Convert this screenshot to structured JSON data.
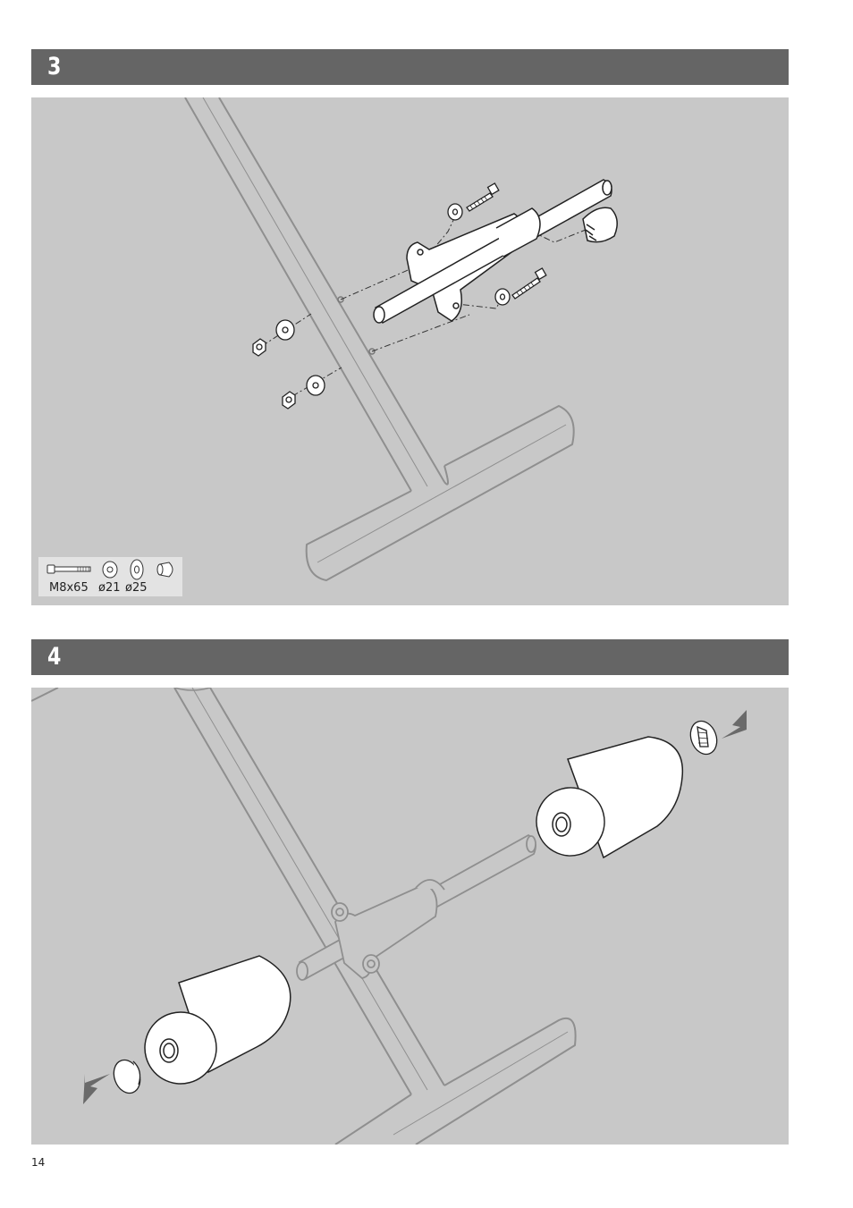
{
  "steps": [
    {
      "number": "3"
    },
    {
      "number": "4"
    }
  ],
  "legend": {
    "bolt": "M8x65",
    "washer_small": "ø21",
    "washer_large": "ø25"
  },
  "page": {
    "number": "14"
  },
  "colors": {
    "header": "#656565",
    "panel": "#c8c8c8",
    "frame_line": "#8f8f8f",
    "part_fill": "#ffffff",
    "arrow": "#6a6a6a"
  }
}
